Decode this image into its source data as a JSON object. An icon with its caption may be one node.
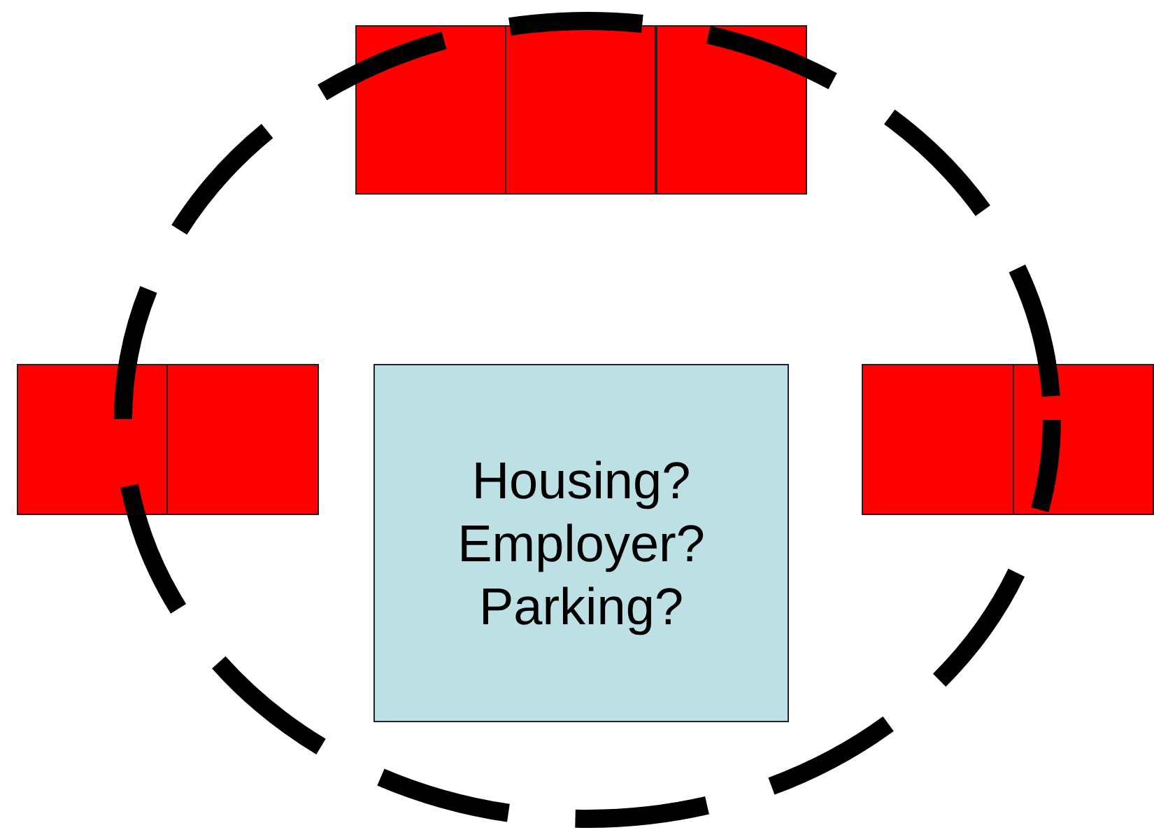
{
  "diagram": {
    "nodes": [
      {
        "text": [],
        "shape": "box"
      },
      {
        "text": [],
        "shape": "box"
      },
      {
        "text": [],
        "shape": "box"
      },
      {
        "text": [],
        "shape": "box"
      },
      {
        "text": [],
        "shape": "box"
      },
      {
        "text": [
          "Housing? Employer? Parking?"
        ]
      },
      {
        "text": [],
        "shape": "box"
      },
      {
        "text": [],
        "shape": "box"
      }
    ]
  }
}
